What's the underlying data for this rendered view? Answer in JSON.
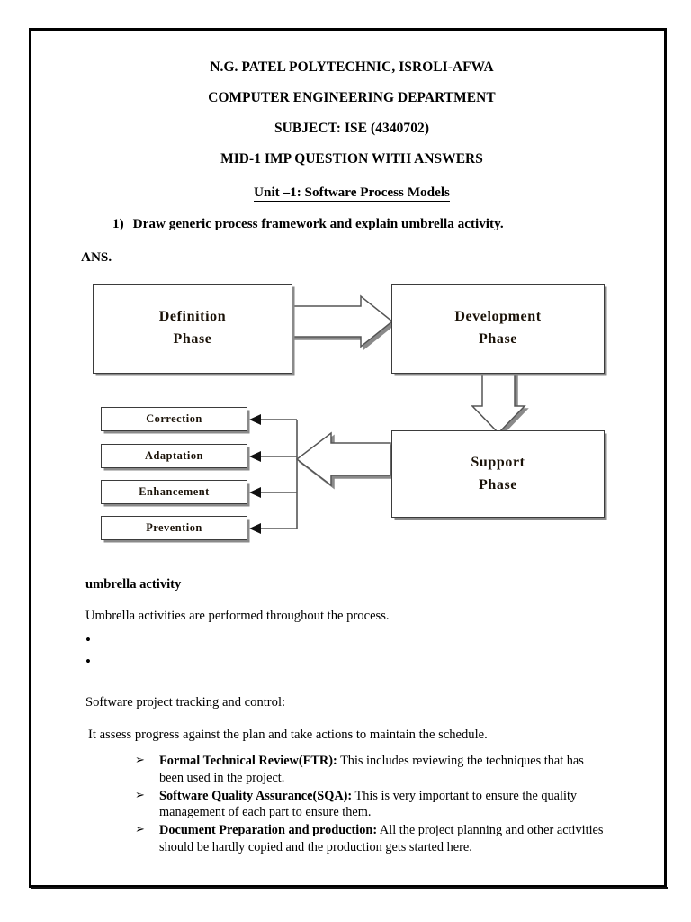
{
  "document": {
    "header_lines": [
      "N.G. PATEL POLYTECHNIC, ISROLI-AFWA",
      "COMPUTER ENGINEERING DEPARTMENT",
      "SUBJECT: ISE (4340702)",
      "MID-1 IMP QUESTION WITH ANSWERS"
    ],
    "unit_heading": "Unit –1: Software Process Models",
    "question_number": "1)",
    "question_text": "Draw generic process framework and explain umbrella activity.",
    "answer_label": "ANS."
  },
  "diagram": {
    "name": "generic-process-framework",
    "boxes": {
      "definition": "Definition\nPhase",
      "definition_line1": "Definition",
      "definition_line2": "Phase",
      "development_line1": "Development",
      "development_line2": "Phase",
      "support_line1": "Support",
      "support_line2": "Phase",
      "correction": "Correction",
      "adaptation": "Adaptation",
      "enhancement": "Enhancement",
      "prevention": "Prevention"
    },
    "colors": {
      "box_border": "#3b3b3b",
      "box_fill": "#ffffff",
      "shadow": "#8a8a8a",
      "arrow_stroke": "#555555",
      "text": "#1a1208"
    }
  },
  "body": {
    "section_title": "umbrella activity",
    "intro_paragraph": "Umbrella activities are performed throughout the process.",
    "empty_bullets": [
      "",
      ""
    ],
    "tracking_heading": "Software project tracking and control:",
    "tracking_paragraph": "It assess progress against the plan and take actions to maintain the schedule.",
    "items": [
      {
        "bold": "Formal Technical Review(FTR):",
        "text": "  This includes reviewing the techniques that has been used in the project."
      },
      {
        "bold": "Software Quality Assurance(SQA):",
        "text": "  This is very important to ensure the quality management of each part to ensure them."
      },
      {
        "bold": "Document Preparation and production:",
        "text": " All the project planning and other activities should be hardly copied and the production gets started here."
      }
    ]
  }
}
